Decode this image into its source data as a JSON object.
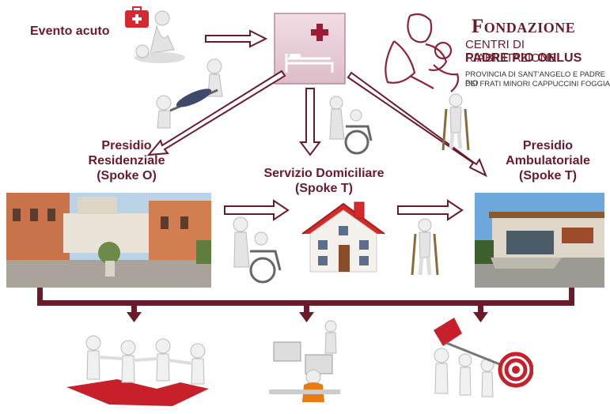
{
  "nodes": {
    "evento_acuto": "Evento acuto",
    "presidio_residenziale": [
      "Presidio",
      "Residenziale",
      "(Spoke O)"
    ],
    "servizio_domiciliare": [
      "Servizio Domiciliare",
      "(Spoke T)"
    ],
    "presidio_ambulatoriale": [
      "Presidio",
      "Ambulatoriale",
      "(Spoke T)"
    ]
  },
  "logo": {
    "title": "Fondazione",
    "subtitle_1": "CENTRI DI RIABILITAZIONE",
    "subtitle_2": "PADRE PIO ONLUS",
    "province_1": "PROVINCIA DI SANT'ANGELO E PADRE PIO",
    "province_2": "DEI FRATI MINORI CAPPUCCINI FOGGIA"
  },
  "colors": {
    "brand": "#6b1a2a",
    "hospital_box": "#e8cfd9",
    "puzzle_red": "#c8202a",
    "roof_red": "#d42a2a",
    "orange": "#e87b12"
  },
  "icons": [
    "first-aid-kit-icon",
    "hospital-bed-icon",
    "stretcher-icon",
    "wheelchair-icon",
    "crutches-icon",
    "house-icon",
    "teamwork-puzzle-icon",
    "computer-work-icon",
    "target-icon"
  ]
}
